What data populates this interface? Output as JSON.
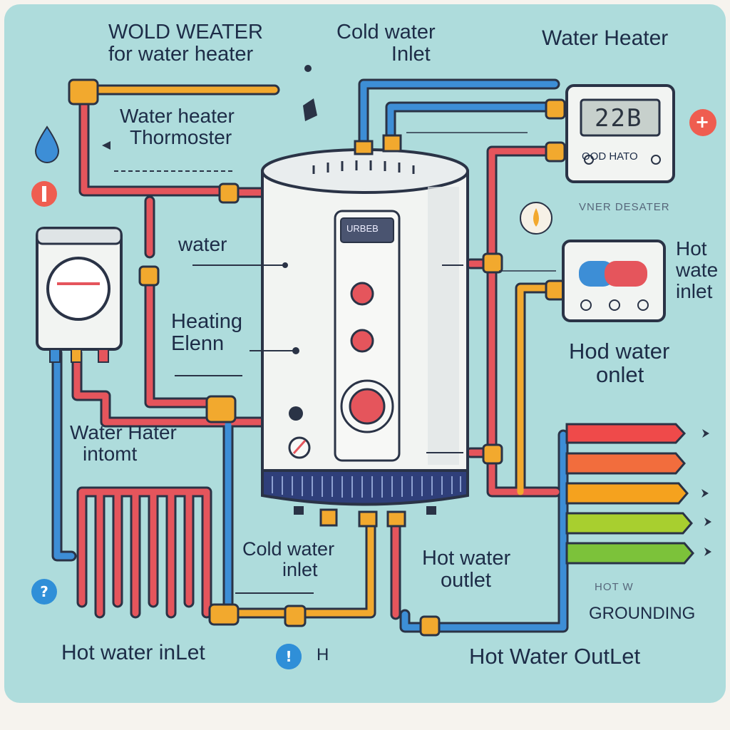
{
  "labels": {
    "top_left_line1": "WOLD WEATER",
    "top_left_line2": "for water heater",
    "cold_inlet_top_line1": "Cold water",
    "cold_inlet_top_line2": "Inlet",
    "water_heater_top": "Water Heater",
    "thermostat_line1": "Water heater",
    "thermostat_line2": "Thormoster",
    "water": "water",
    "heating_line1": "Heating",
    "heating_line2": "Elenn",
    "inlet_left_line1": "Water Hater",
    "inlet_left_line2": "intomt",
    "cold_inlet_bottom_line1": "Cold water",
    "cold_inlet_bottom_line2": "inlet",
    "hot_outlet_mid_line1": "Hot water",
    "hot_outlet_mid_line2": "outlet",
    "hot_inlet_right_line1": "Hot",
    "hot_inlet_right_line2": "wate",
    "hot_inlet_right_line3": "inlet",
    "hod_outlet_line1": "Hod water",
    "hod_outlet_line2": "onlet",
    "grounding": "GROUNDING",
    "hot_inlet_bottom": "Hot water inLet",
    "hot_outlet_bottom": "Hot Water OutLet",
    "inner_dezater": "VNER DESATER",
    "oob_hato": "OOD HATO",
    "hot_small": "HOT W"
  },
  "display": {
    "value": "22B"
  },
  "panel": {
    "label": "URBEB"
  },
  "badges": {
    "info_left": "?",
    "warning_bottom": "!",
    "h_letter": "H",
    "plus": "+"
  },
  "colors": {
    "background": "#aedcdc",
    "hot_pipe": "#e5555c",
    "cold_pipe": "#3d8ed6",
    "warm_pipe": "#f2a92e",
    "tank": "#f2f4f2",
    "tank_base": "#2f3f7a"
  },
  "icons": [
    "water-drop-icon",
    "alert-icon",
    "info-icon",
    "warning-icon",
    "plus-icon",
    "flame-icon",
    "arrow-icon"
  ]
}
